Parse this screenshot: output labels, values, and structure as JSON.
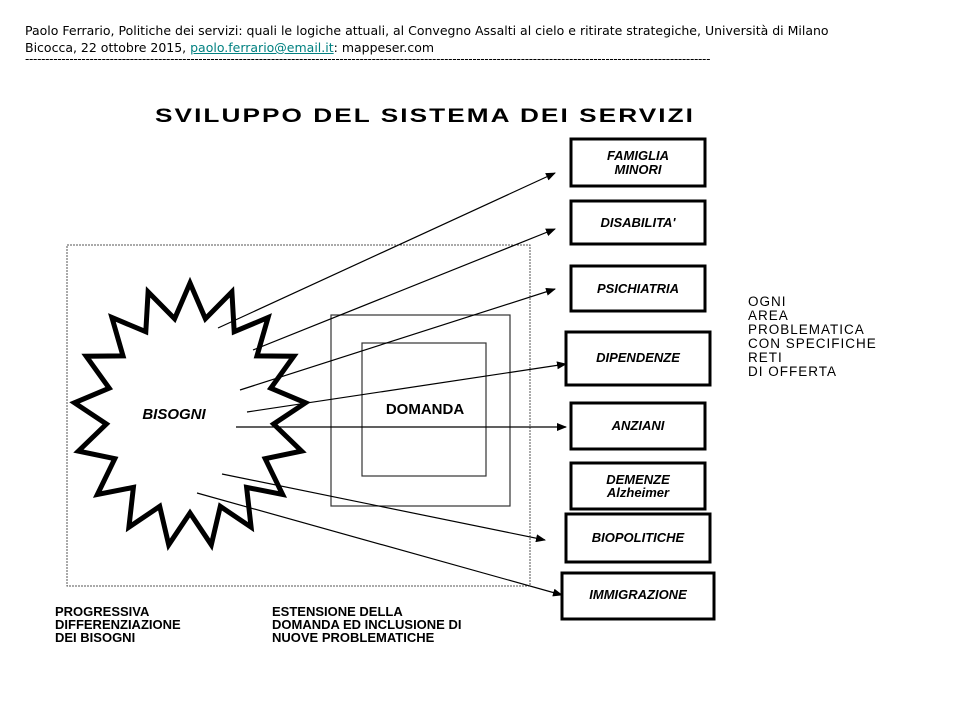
{
  "header": {
    "line1": "Paolo Ferrario, Politiche dei servizi: quali le logiche attuali, al Convegno Assalti al cielo e ritirate strategiche, Università di Milano",
    "line2_prefix": "Bicocca, 22 ottobre 2015, ",
    "email": "paolo.ferrario@email.it",
    "line2_suffix": ": mappeser.com",
    "rule": "--------------------------------------------------------------------------------------------------------------------------------------------------------------------------"
  },
  "diagram": {
    "title": "SVILUPPO DEL SISTEMA DEI SERVIZI",
    "center_label": "BISOGNI",
    "demand_label": "DOMANDA",
    "areas": [
      {
        "line1": "FAMIGLIA",
        "line2": "MINORI"
      },
      {
        "line1": "DISABILITA'"
      },
      {
        "line1": "PSICHIATRIA"
      },
      {
        "line1": "DIPENDENZE"
      },
      {
        "line1": "ANZIANI"
      },
      {
        "line1": "DEMENZE",
        "line2": "Alzheimer"
      },
      {
        "line1": "BIOPOLITICHE"
      },
      {
        "line1": "IMMIGRAZIONE"
      }
    ],
    "side_note": [
      "OGNI",
      "AREA",
      "PROBLEMATICA",
      "CON SPECIFICHE",
      "RETI",
      "DI OFFERTA"
    ],
    "bottom_left": [
      "PROGRESSIVA",
      "DIFFERENZIAZIONE",
      "DEI BISOGNI"
    ],
    "bottom_right": [
      "ESTENSIONE DELLA",
      "DOMANDA ED INCLUSIONE DI",
      "NUOVE PROBLEMATICHE"
    ]
  }
}
